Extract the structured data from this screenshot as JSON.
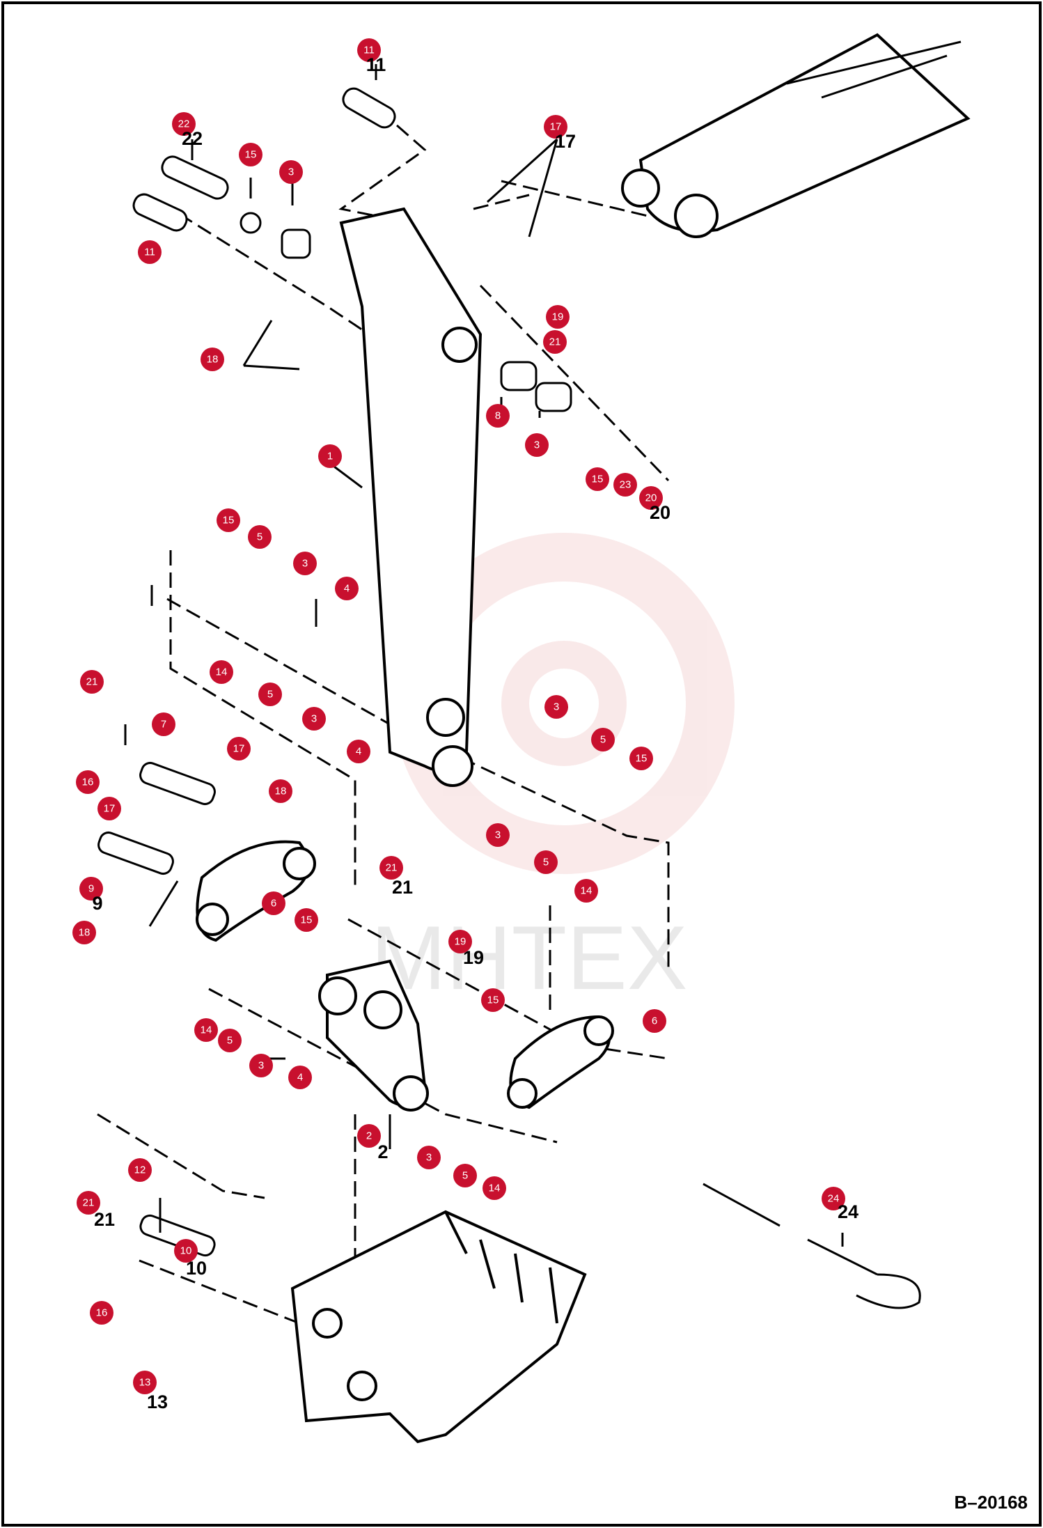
{
  "diagram": {
    "reference_code": "B–20168",
    "watermark_text": "MHTEX",
    "accent_color": "#c8102e",
    "callouts": [
      {
        "label": "11"
      },
      {
        "label": "22"
      },
      {
        "label": "15"
      },
      {
        "label": "3"
      },
      {
        "label": "11"
      },
      {
        "label": "17"
      },
      {
        "label": "18"
      },
      {
        "label": "19"
      },
      {
        "label": "21"
      },
      {
        "label": "8"
      },
      {
        "label": "3"
      },
      {
        "label": "15"
      },
      {
        "label": "23"
      },
      {
        "label": "20"
      },
      {
        "label": "1"
      },
      {
        "label": "15"
      },
      {
        "label": "5"
      },
      {
        "label": "3"
      },
      {
        "label": "4"
      },
      {
        "label": "14"
      },
      {
        "label": "5"
      },
      {
        "label": "3"
      },
      {
        "label": "4"
      },
      {
        "label": "21"
      },
      {
        "label": "7"
      },
      {
        "label": "17"
      },
      {
        "label": "16"
      },
      {
        "label": "17"
      },
      {
        "label": "18"
      },
      {
        "label": "9"
      },
      {
        "label": "18"
      },
      {
        "label": "6"
      },
      {
        "label": "15"
      },
      {
        "label": "3"
      },
      {
        "label": "5"
      },
      {
        "label": "15"
      },
      {
        "label": "3"
      },
      {
        "label": "5"
      },
      {
        "label": "14"
      },
      {
        "label": "21"
      },
      {
        "label": "19"
      },
      {
        "label": "15"
      },
      {
        "label": "6"
      },
      {
        "label": "14"
      },
      {
        "label": "5"
      },
      {
        "label": "3"
      },
      {
        "label": "4"
      },
      {
        "label": "2"
      },
      {
        "label": "3"
      },
      {
        "label": "5"
      },
      {
        "label": "14"
      },
      {
        "label": "24"
      },
      {
        "label": "12"
      },
      {
        "label": "21"
      },
      {
        "label": "10"
      },
      {
        "label": "16"
      },
      {
        "label": "13"
      }
    ]
  }
}
